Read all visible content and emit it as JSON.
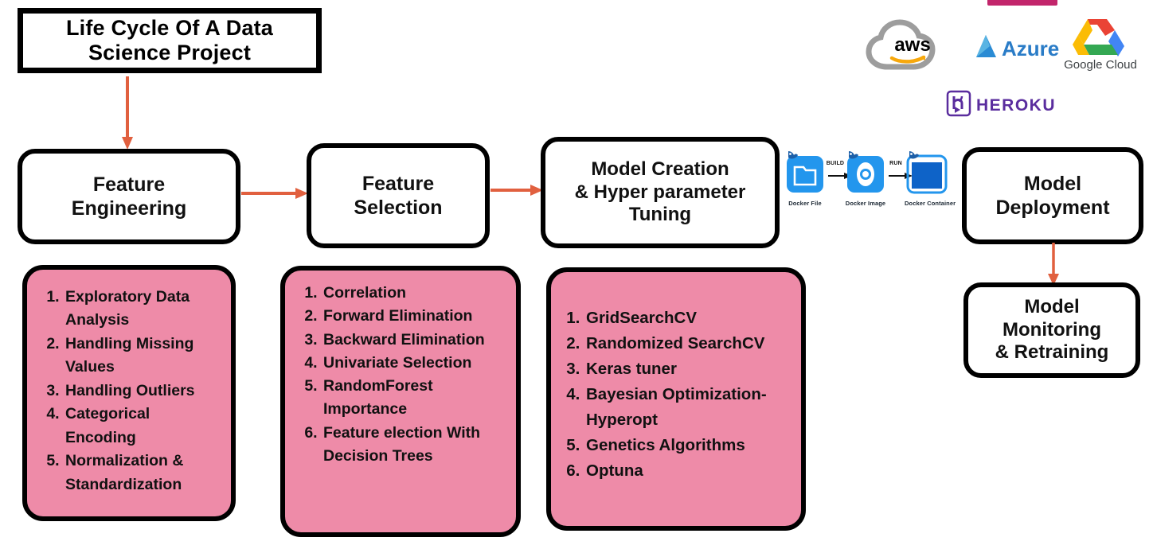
{
  "title": {
    "line1": "Life Cycle Of A Data",
    "line2": "Science Project"
  },
  "colors": {
    "pink_fill": "#EE8BA8",
    "arrow": "#E1603F",
    "box_border": "#000000",
    "magenta_bar": "#C2256B",
    "aws_cloud": "#9D9D9D",
    "aws_smile": "#F7A80D",
    "azure_blue": "#2A8BD4",
    "heroku_purple": "#5A2D9E",
    "docker_blue": "#2396ED"
  },
  "stages": [
    {
      "id": "feature-engineering",
      "line1": "Feature",
      "line2": "Engineering",
      "line3": ""
    },
    {
      "id": "feature-selection",
      "line1": "Feature",
      "line2": "Selection",
      "line3": ""
    },
    {
      "id": "model-creation",
      "line1": "Model Creation",
      "line2": "& Hyper parameter",
      "line3": "Tuning"
    },
    {
      "id": "model-deployment",
      "line1": "Model",
      "line2": "Deployment",
      "line3": ""
    },
    {
      "id": "model-monitoring",
      "line1": "Model",
      "line2": "Monitoring",
      "line3": "& Retraining"
    }
  ],
  "lists": {
    "feature_engineering": [
      "Exploratory Data Analysis",
      "Handling Missing Values",
      "Handling Outliers",
      "Categorical Encoding",
      "Normalization & Standardization"
    ],
    "feature_selection": [
      "Correlation",
      "Forward Elimination",
      "Backward Elimination",
      "Univariate Selection",
      "RandomForest Importance",
      "Feature election With Decision Trees"
    ],
    "model_creation": [
      "GridSearchCV",
      "Randomized SearchCV",
      "Keras tuner",
      "Bayesian Optimization-Hyperopt",
      "Genetics Algorithms",
      "Optuna"
    ]
  },
  "docker": {
    "steps": [
      {
        "caption": "Docker File",
        "icon": "docker-file-icon"
      },
      {
        "caption": "Docker Image",
        "icon": "docker-image-icon"
      },
      {
        "caption": "Docker Container",
        "icon": "docker-container-icon"
      }
    ],
    "transitions": [
      "BUILD",
      "RUN"
    ]
  },
  "cloud_logos": [
    {
      "id": "aws",
      "label": "aws"
    },
    {
      "id": "azure",
      "label": "Azure"
    },
    {
      "id": "gcp",
      "label": "Google Cloud"
    },
    {
      "id": "heroku",
      "label": "HEROKU"
    }
  ]
}
